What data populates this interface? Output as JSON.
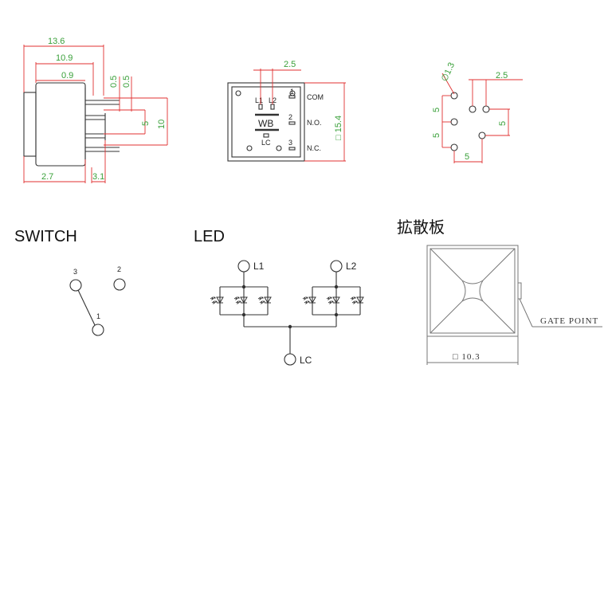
{
  "side_view": {
    "dims": [
      "13.6",
      "10.9",
      "0.9",
      "0.5",
      "0.5",
      "5",
      "10",
      "2.7",
      "3.1"
    ]
  },
  "front_view": {
    "dim_top": "2.5",
    "dim_right": "□ 15.4",
    "led_labels": [
      "L1",
      "L2",
      "WB",
      "LC"
    ],
    "pin_numbers": [
      "1",
      "2",
      "3"
    ],
    "terminal_labels": [
      "COM",
      "N.O.",
      "N.C."
    ]
  },
  "pcb_view": {
    "dims": [
      "∅1.3",
      "2.5",
      "5",
      "5",
      "5",
      "5"
    ]
  },
  "switch": {
    "title": "SWITCH",
    "pins": [
      "3",
      "2",
      "1"
    ]
  },
  "led": {
    "title": "LED",
    "nodes": [
      "L1",
      "L2",
      "LC"
    ]
  },
  "diffuser": {
    "title": "拡散板",
    "gate_label": "GATE POINT",
    "dim_label": "□ 10.3"
  }
}
